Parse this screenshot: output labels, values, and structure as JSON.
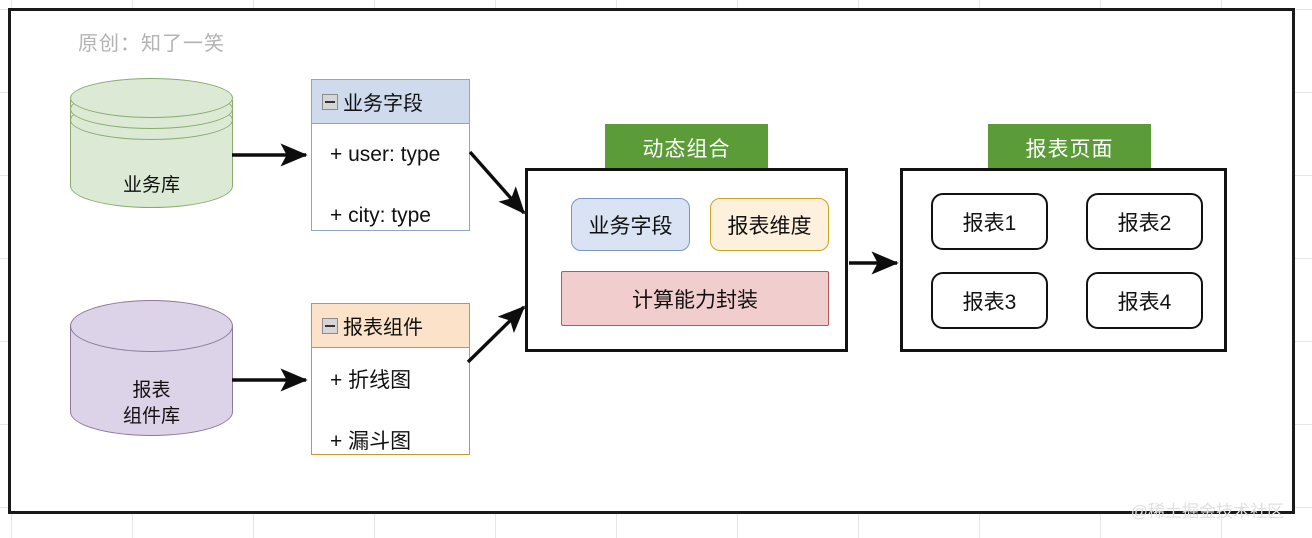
{
  "canvas": {
    "credit_note": "原创：知了一笑",
    "watermark": "@稀土掘金技术社区",
    "accent_green": "#5b9b38",
    "frame_color": "#121212"
  },
  "sources": [
    {
      "name": "business-db",
      "label": "业务库",
      "fill": "#dce9d5",
      "stroke": "#88ab6d"
    },
    {
      "name": "report-component-db",
      "label": "报表\n组件库",
      "fill": "#ddd3e8",
      "stroke": "#8a7a9e"
    }
  ],
  "uml_classes": [
    {
      "name": "business-field-class",
      "title": "业务字段",
      "icon": "minus-square-icon",
      "header_fill": "#cfdaec",
      "border": "#8fa3cc",
      "rows": [
        "+ user: type",
        "+ city: type"
      ]
    },
    {
      "name": "report-component-class",
      "title": "报表组件",
      "icon": "minus-square-icon",
      "header_fill": "#fbe2c8",
      "border": "#c79a31",
      "rows": [
        "+ 折线图",
        "+ 漏斗图"
      ]
    }
  ],
  "composition_panel": {
    "tab_label": "动态组合",
    "chips": [
      {
        "name": "chip-business-field",
        "label": "业务字段",
        "fill": "#dae3f3",
        "stroke": "#7b95c9"
      },
      {
        "name": "chip-report-dimension",
        "label": "报表维度",
        "fill": "#fdf0dc",
        "stroke": "#c9a227"
      },
      {
        "name": "chip-compute-capability",
        "label": "计算能力封装",
        "fill": "#f2cdcd",
        "stroke": "#b05a5a"
      }
    ]
  },
  "report_panel": {
    "tab_label": "报表页面",
    "reports": [
      {
        "name": "report-1",
        "label": "报表1"
      },
      {
        "name": "report-2",
        "label": "报表2"
      },
      {
        "name": "report-3",
        "label": "报表3"
      },
      {
        "name": "report-4",
        "label": "报表4"
      }
    ]
  }
}
